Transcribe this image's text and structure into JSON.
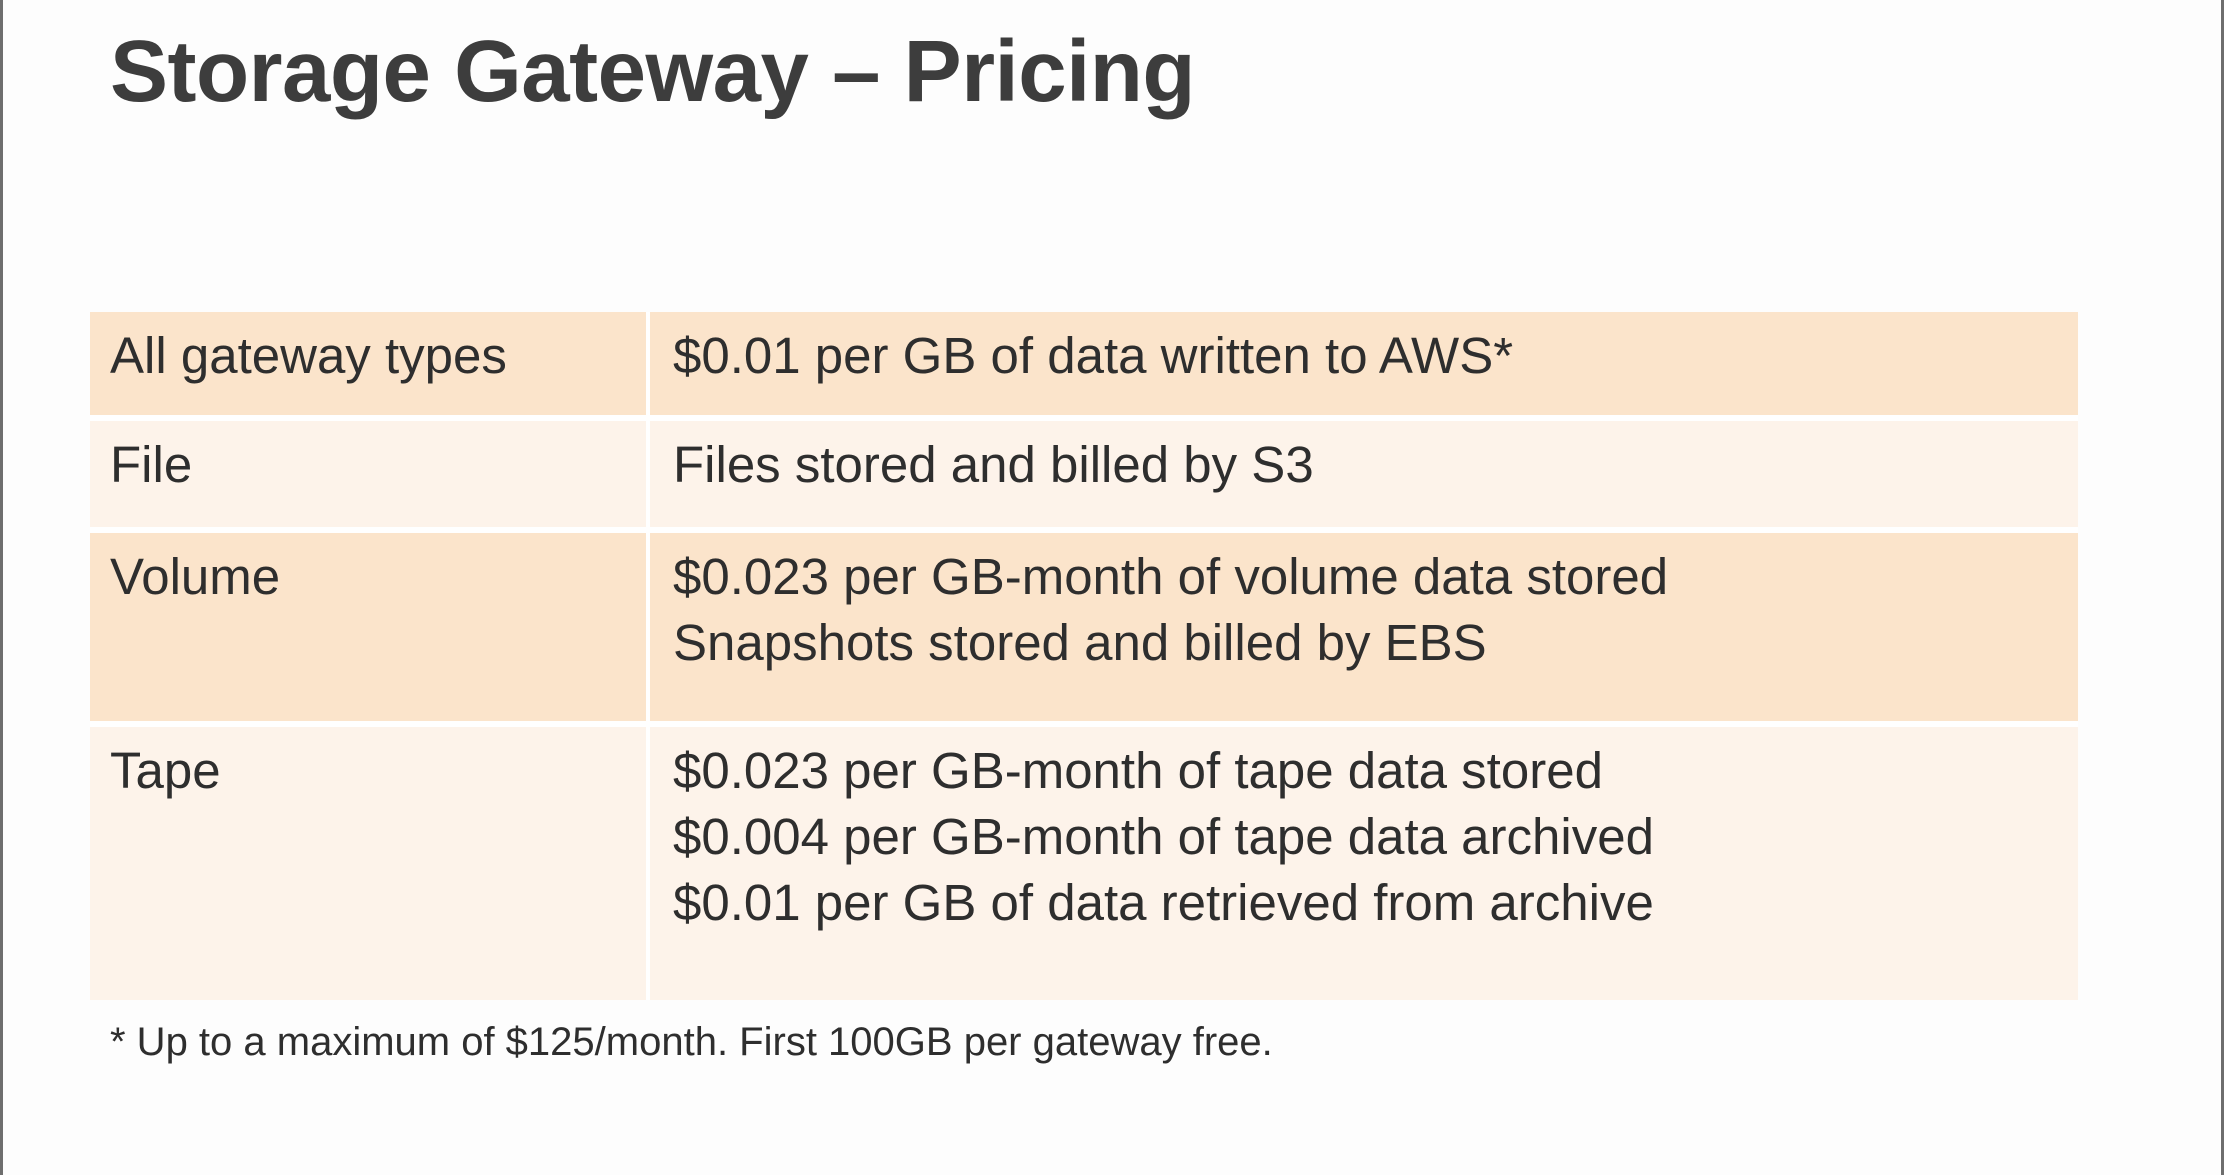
{
  "title": "Storage Gateway – Pricing",
  "table": {
    "rows": [
      {
        "type": "All gateway types",
        "lines": [
          "$0.01 per GB of data written to AWS*"
        ]
      },
      {
        "type": "File",
        "lines": [
          "Files stored and billed by S3"
        ]
      },
      {
        "type": "Volume",
        "lines": [
          "$0.023 per GB-month of volume data stored",
          "Snapshots stored and billed by EBS"
        ]
      },
      {
        "type": "Tape",
        "lines": [
          "$0.023 per GB-month of tape data stored",
          "$0.004 per GB-month of tape data archived",
          "$0.01 per GB of data retrieved from archive"
        ]
      }
    ]
  },
  "footnote": "* Up to a maximum of $125/month. First 100GB per gateway free.",
  "colors": {
    "row_dark": "#fbe4cb",
    "row_light": "#fdf3ea",
    "title_text": "#3d3d3d"
  }
}
